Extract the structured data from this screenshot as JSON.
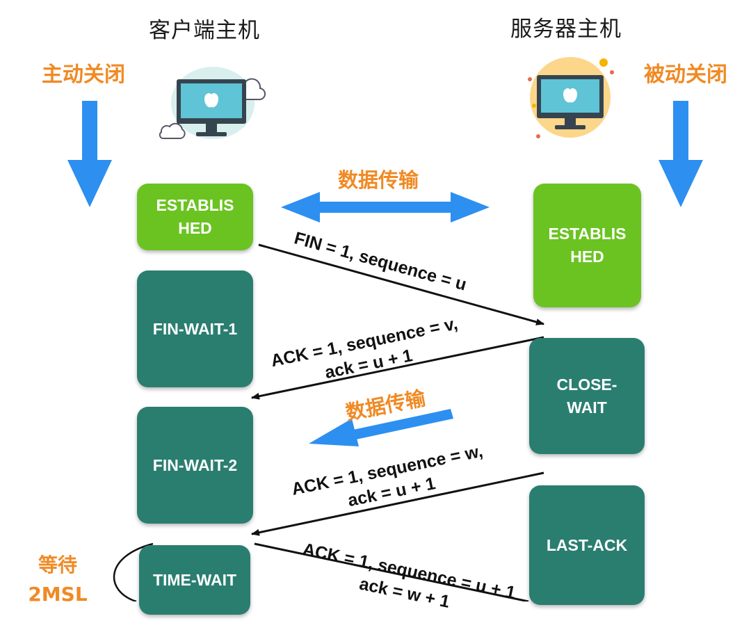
{
  "client": {
    "title": "客户端主机",
    "action": "主动关闭",
    "states": [
      "ESTABLIS\nHED",
      "FIN-WAIT-1",
      "FIN-WAIT-2",
      "TIME-WAIT"
    ],
    "wait_label": "等待\n2MSL"
  },
  "server": {
    "title": "服务器主机",
    "action": "被动关闭",
    "states": [
      "ESTABLIS\nHED",
      "CLOSE-\nWAIT",
      "LAST-ACK"
    ]
  },
  "data_transfer_label": "数据传输",
  "half_close_transfer_label": "数据传输",
  "messages": [
    "FIN = 1, sequence = u",
    "ACK = 1, sequence = v,\nack = u + 1",
    "ACK = 1, sequence = w,\nack = u + 1",
    "ACK = 1, sequence = u + 1\nack = w + 1"
  ],
  "colors": {
    "established": "#6bc322",
    "state": "#2a7e70",
    "arrow_blue": "#2d8ff0",
    "label_orange": "#f08a24"
  },
  "icons": [
    "client-monitor-cloud-icon",
    "server-monitor-sun-icon"
  ]
}
